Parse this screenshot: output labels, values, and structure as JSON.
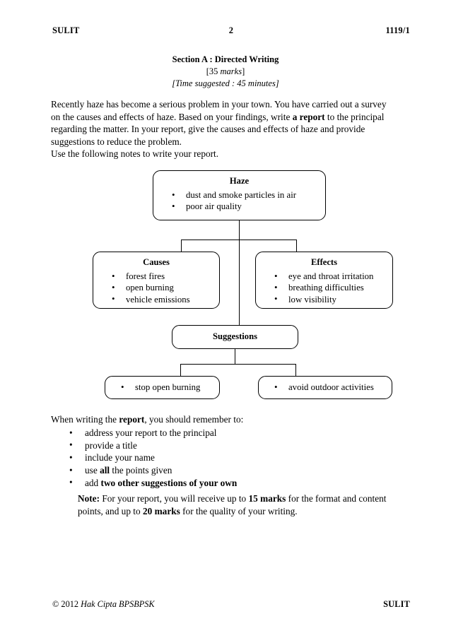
{
  "header": {
    "left": "SULIT",
    "page_number": "2",
    "right": "1119/1"
  },
  "section": {
    "title": "Section A : Directed Writing",
    "marks_open": "[35 ",
    "marks_italic": "marks",
    "marks_close": "]",
    "time_line": "[Time suggested : 45 minutes]"
  },
  "prompt": {
    "p1_a": "Recently haze has become a serious problem in your town. You have carried out a survey on the causes and effects of haze. Based on your findings, write ",
    "p1_bold": "a report",
    "p1_b": " to the principal regarding the matter. In your report, give the causes and effects of haze and provide suggestions to reduce the problem.",
    "p2": "Use the following notes to write your report."
  },
  "chart_data": {
    "type": "diagram",
    "nodes": [
      {
        "id": "haze",
        "title": "Haze",
        "items": [
          "dust and smoke particles in air",
          "poor air quality"
        ]
      },
      {
        "id": "causes",
        "title": "Causes",
        "items": [
          "forest fires",
          "open burning",
          "vehicle emissions"
        ]
      },
      {
        "id": "effects",
        "title": "Effects",
        "items": [
          "eye and throat irritation",
          "breathing difficulties",
          "low visibility"
        ]
      },
      {
        "id": "suggestions",
        "title": "Suggestions",
        "items": []
      },
      {
        "id": "suggestion-left",
        "title": "",
        "items": [
          "stop open burning"
        ]
      },
      {
        "id": "suggestion-right",
        "title": "",
        "items": [
          "avoid outdoor activities"
        ]
      }
    ]
  },
  "instructions": {
    "lead_a": "When writing the ",
    "lead_bold": "report",
    "lead_b": ", you should remember to:",
    "items": [
      {
        "pre": "address your report to the principal",
        "bold": "",
        "post": ""
      },
      {
        "pre": "provide a title",
        "bold": "",
        "post": ""
      },
      {
        "pre": "include your name",
        "bold": "",
        "post": ""
      },
      {
        "pre": "use ",
        "bold": "all",
        "post": " the points given"
      },
      {
        "pre": "add ",
        "bold": "two other suggestions of your own",
        "post": ""
      }
    ]
  },
  "note": {
    "label": "Note:",
    "a": " For your report, you will receive up to ",
    "b1": "15 marks",
    "c": " for the format and content points, and up to ",
    "b2": "20 marks",
    "d": " for the quality of your writing."
  },
  "footer": {
    "copyright_mark": "© 2012 ",
    "copyright_italic": "Hak Cipta BPSBPSK",
    "right": "SULIT"
  }
}
